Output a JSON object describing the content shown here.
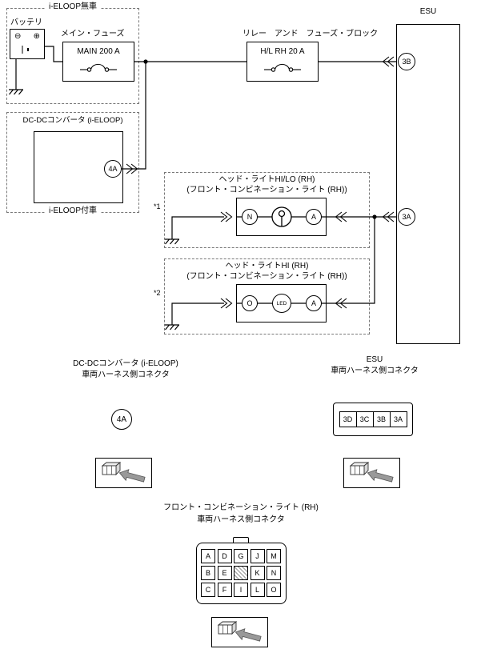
{
  "schematic": {
    "no_ieloop_label": "i-ELOOP無車",
    "battery_label": "バッテリ",
    "battery_minus": "⊖",
    "battery_plus": "⊕",
    "main_fuse_label": "メイン・フューズ",
    "main_fuse_value": "MAIN 200 A",
    "relay_block_label": "リレー　アンド　フューズ・ブロック",
    "hl_fuse_value": "H/L RH 20 A",
    "esu_label": "ESU",
    "pin_3b": "3B",
    "pin_3a": "3A",
    "dcdc_label": "DC-DCコンバータ (i-ELOOP)",
    "pin_4a": "4A",
    "with_ieloop_label": "i-ELOOP付車",
    "hilo_title": "ヘッド・ライトHI/LO (RH)",
    "hilo_subtitle": "(フロント・コンビネーション・ライト (RH))",
    "hilo_pin_left": "N",
    "hilo_pin_right": "A",
    "note_1": "*1",
    "hi_title": "ヘッド・ライトHI (RH)",
    "hi_subtitle": "(フロント・コンビネーション・ライト (RH))",
    "hi_pin_left": "O",
    "hi_pin_mid": "LED",
    "hi_pin_right": "A",
    "note_2": "*2"
  },
  "connector_views": {
    "dcdc": {
      "title1": "DC-DCコンバータ (i-ELOOP)",
      "title2": "車両ハーネス側コネクタ",
      "pin": "4A"
    },
    "esu": {
      "title1": "ESU",
      "title2": "車両ハーネス側コネクタ",
      "cells": [
        "3D",
        "3C",
        "3B",
        "3A"
      ]
    },
    "front_combo": {
      "title1": "フロント・コンビネーション・ライト (RH)",
      "title2": "車両ハーネス側コネクタ",
      "grid": [
        [
          "A",
          "D",
          "G",
          "J",
          "M"
        ],
        [
          "B",
          "E",
          "",
          "K",
          "N"
        ],
        [
          "C",
          "F",
          "I",
          "L",
          "O"
        ]
      ]
    }
  }
}
